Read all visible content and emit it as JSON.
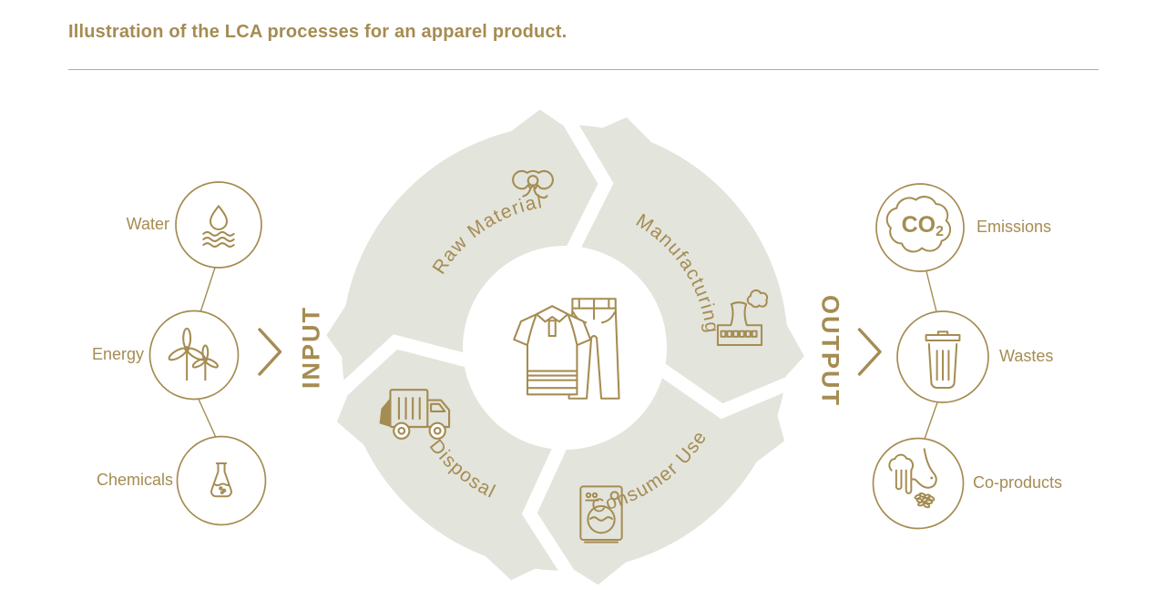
{
  "title": "Illustration of the LCA processes for an apparel product.",
  "colors": {
    "gold": "#a58c52",
    "arc_fill": "#e3e4dc",
    "divider_gray": "#ababab",
    "background": "#ffffff"
  },
  "input_column": {
    "label": "INPUT",
    "chevron_icon": "right-chevron-icon",
    "items": [
      {
        "label": "Water",
        "icon": "water-drop-waves-icon"
      },
      {
        "label": "Energy",
        "icon": "wind-turbines-icon"
      },
      {
        "label": "Chemicals",
        "icon": "chemical-flask-icon"
      }
    ]
  },
  "output_column": {
    "label": "OUTPUT",
    "chevron_icon": "right-chevron-icon",
    "items": [
      {
        "label": "Emissions",
        "icon": "co2-cloud-icon",
        "icon_text": {
          "main": "CO",
          "sub": "2"
        }
      },
      {
        "label": "Wastes",
        "icon": "trash-bin-icon"
      },
      {
        "label": "Co-products",
        "icon": "grazing-animal-seeds-icon"
      }
    ]
  },
  "cycle": {
    "direction": "clockwise",
    "center_icon": "polo-shirt-and-pants-icon",
    "stages": [
      {
        "label": "Raw Material",
        "icon": "cotton-boll-icon"
      },
      {
        "label": "Manufacturing",
        "icon": "factory-icon"
      },
      {
        "label": "Consumer Use",
        "icon": "washing-machine-icon"
      },
      {
        "label": "Disposal",
        "icon": "garbage-truck-icon"
      }
    ]
  }
}
